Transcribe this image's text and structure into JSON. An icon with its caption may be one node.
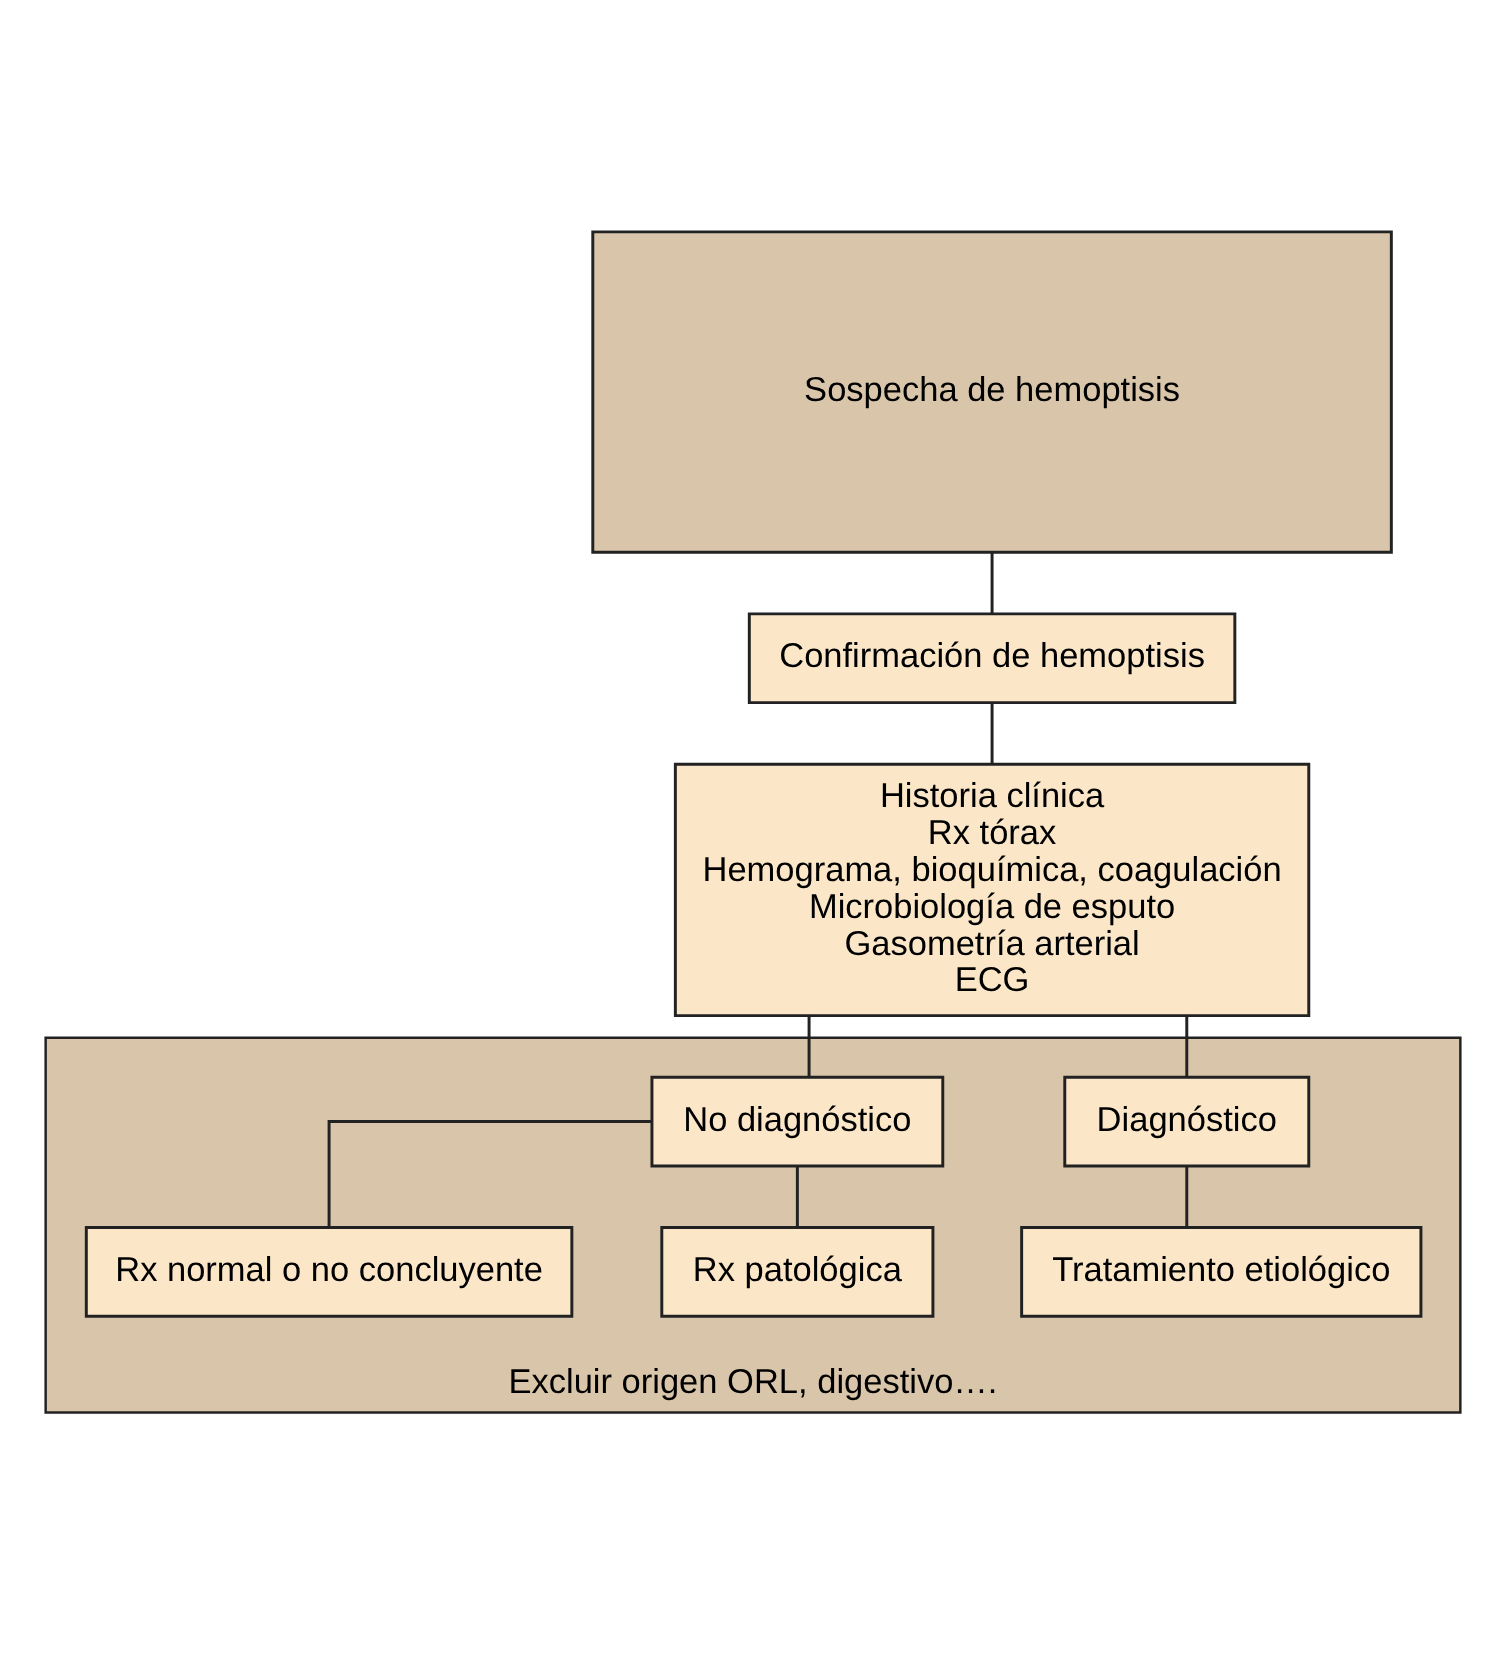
{
  "diagram": {
    "nodes": [
      {
        "text": [
          "Sospecha de hemoptisis"
        ]
      },
      {
        "text": [
          "Confirmación de hemoptisis"
        ]
      },
      {
        "text": [
          "Historia clínica",
          "Rx tórax",
          "Hemograma, bioquímica, coagulación",
          "Microbiología de esputo",
          "Gasometría arterial",
          "ECG"
        ]
      },
      {
        "text": [
          "Excluir origen ORL, digestivo…."
        ]
      },
      {
        "text": [
          "Diagnóstico"
        ],
        "in": 3
      },
      {
        "text": [
          "No diagnóstico"
        ],
        "in": 3
      },
      {
        "text": [
          "Tratamiento etiológico"
        ],
        "in": 3
      },
      {
        "text": [
          "Rx normal o no concluyente"
        ],
        "in": 3
      },
      {
        "text": [
          "Rx patológica"
        ],
        "in": 3
      }
    ],
    "edges": [
      {
        "from": 0,
        "to": 1,
        "arrow": "none"
      },
      {
        "from": 1,
        "to": 2,
        "arrow": "none"
      },
      {
        "from": 2,
        "to": 4,
        "arrow": "none"
      },
      {
        "from": 2,
        "to": 5,
        "arrow": "none"
      },
      {
        "from": 4,
        "to": 6,
        "arrow": "none"
      },
      {
        "from": 5,
        "to": 7,
        "arrow": "none"
      },
      {
        "from": 5,
        "to": 8,
        "arrow": "none"
      }
    ]
  }
}
